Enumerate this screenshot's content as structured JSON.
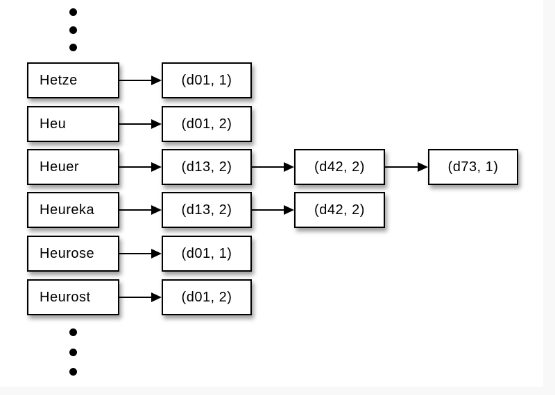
{
  "diagram": {
    "rows": [
      {
        "term": "Hetze",
        "postings": [
          "(d01, 1)"
        ]
      },
      {
        "term": "Heu",
        "postings": [
          "(d01, 2)"
        ]
      },
      {
        "term": "Heuer",
        "postings": [
          "(d13, 2)",
          "(d42, 2)",
          "(d73, 1)"
        ]
      },
      {
        "term": "Heureka",
        "postings": [
          "(d13, 2)",
          "(d42, 2)"
        ]
      },
      {
        "term": "Heurose",
        "postings": [
          "(d01, 1)"
        ]
      },
      {
        "term": "Heurost",
        "postings": [
          "(d01, 2)"
        ]
      }
    ],
    "ellipsis": {
      "top_dots": 3,
      "bottom_dots": 3
    },
    "colors": {
      "node_border": "#000000",
      "node_fill": "#ffffff",
      "text": "#000000",
      "canvas": "#ffffff",
      "page_background": "#f8f8f8",
      "shadow": "rgba(0,0,0,0.38)"
    }
  }
}
